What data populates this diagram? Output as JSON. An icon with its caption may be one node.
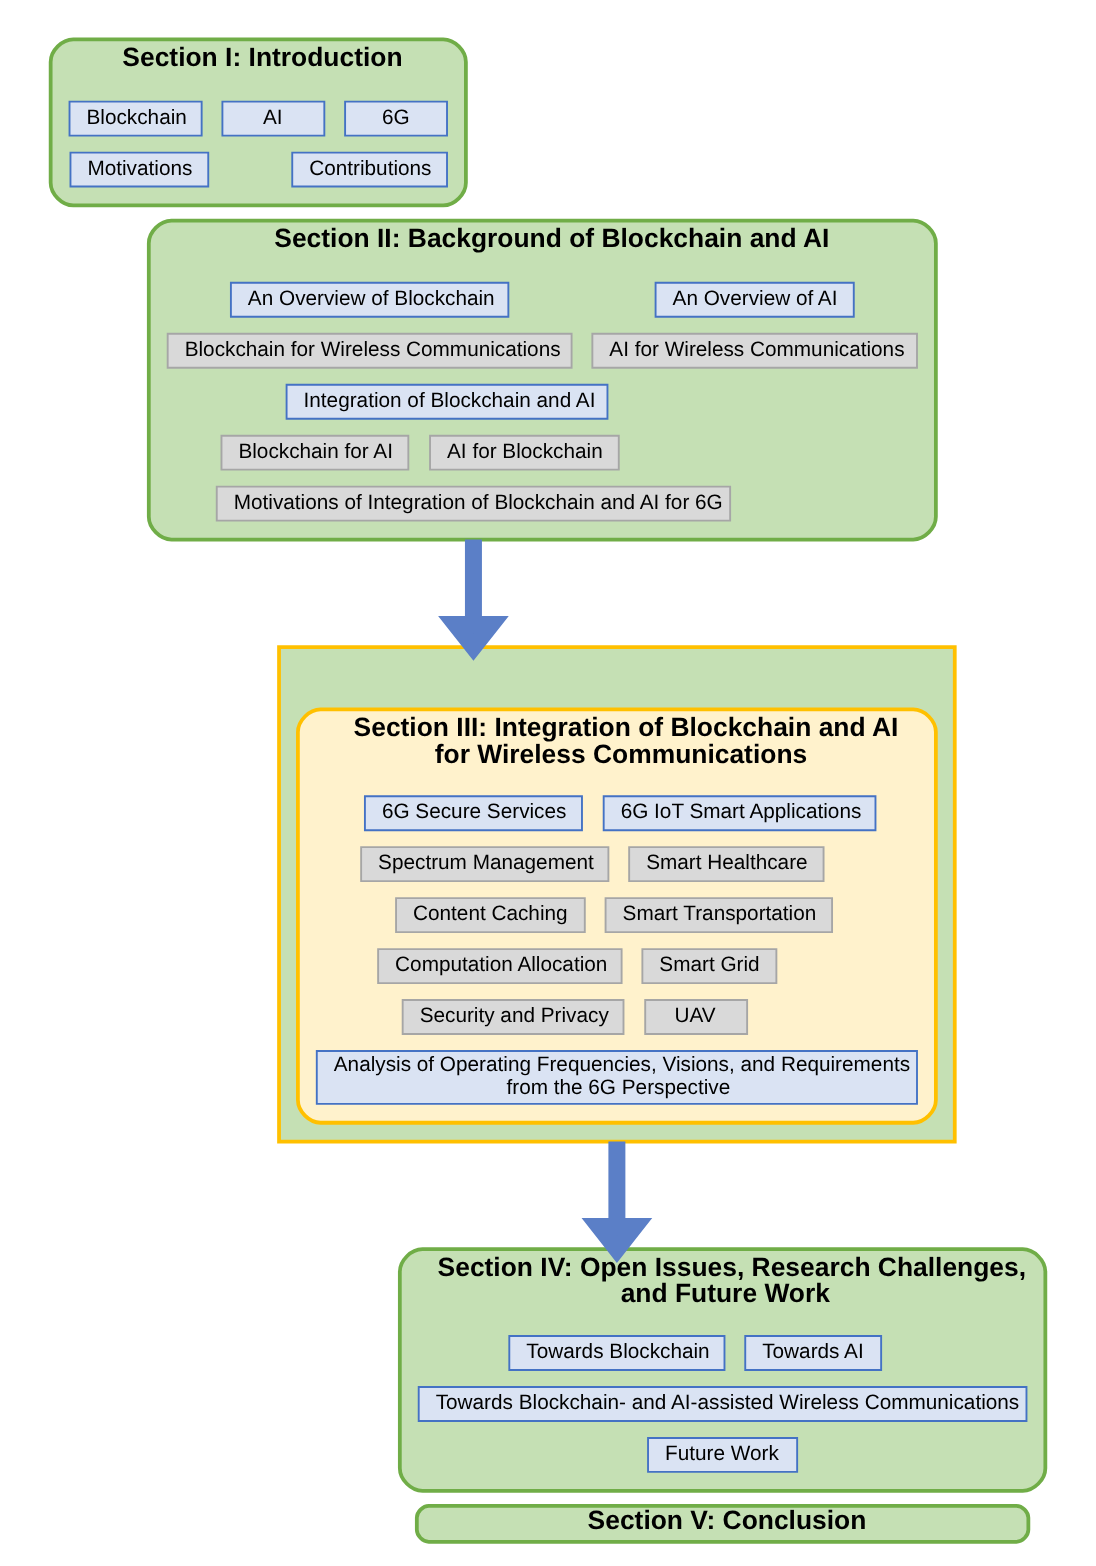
{
  "diagram": {
    "nodes": [
      {
        "text": [
          "Section I: Introduction"
        ]
      },
      {
        "text": [
          "Blockchain"
        ],
        "in": 0
      },
      {
        "text": [
          "AI"
        ],
        "in": 0
      },
      {
        "text": [
          "6G"
        ],
        "in": 0
      },
      {
        "text": [
          "Motivations"
        ],
        "in": 0
      },
      {
        "text": [
          "Contributions"
        ],
        "in": 0
      },
      {
        "text": [
          "Section II: Background of Blockchain and AI"
        ]
      },
      {
        "text": [
          "An Overview of Blockchain"
        ],
        "in": 6
      },
      {
        "text": [
          "An Overview of AI"
        ],
        "in": 6
      },
      {
        "text": [
          "Blockchain for Wireless Communications"
        ],
        "in": 6
      },
      {
        "text": [
          "AI for Wireless Communications"
        ],
        "in": 6
      },
      {
        "text": [
          "Integration of Blockchain and AI"
        ],
        "in": 6
      },
      {
        "text": [
          "Blockchain for AI"
        ],
        "in": 6
      },
      {
        "text": [
          "AI for Blockchain"
        ],
        "in": 6
      },
      {
        "text": [
          "Motivations of Integration of Blockchain and AI for 6G"
        ],
        "in": 6
      },
      {
        "text": [],
        "shape": "box"
      },
      {
        "text": [
          "Section III: Integration of Blockchain and AI for Wireless Communications"
        ],
        "in": 15
      },
      {
        "text": [
          "6G Secure Services"
        ],
        "in": 16
      },
      {
        "text": [
          "6G IoT Smart Applications"
        ],
        "in": 16
      },
      {
        "text": [
          "Spectrum Management"
        ],
        "in": 16
      },
      {
        "text": [
          "Smart Healthcare"
        ],
        "in": 16
      },
      {
        "text": [
          "Content Caching"
        ],
        "in": 16
      },
      {
        "text": [
          "Smart Transportation"
        ],
        "in": 16
      },
      {
        "text": [
          "Computation Allocation"
        ],
        "in": 16
      },
      {
        "text": [
          "Smart Grid"
        ],
        "in": 16
      },
      {
        "text": [
          "Security and Privacy"
        ],
        "in": 16
      },
      {
        "text": [
          "UAV"
        ],
        "in": 16
      },
      {
        "text": [
          "Analysis of Operating Frequencies, Visions, and Requirements from the 6G Perspective"
        ],
        "in": 16
      },
      {
        "text": [
          "Section IV: Open Issues, Research Challenges, and Future Work"
        ]
      },
      {
        "text": [
          "Towards Blockchain"
        ],
        "in": 28
      },
      {
        "text": [
          "Towards AI"
        ],
        "in": 28
      },
      {
        "text": [
          "Towards Blockchain- and AI-assisted Wireless Communications"
        ],
        "in": 28
      },
      {
        "text": [
          "Future Work"
        ],
        "in": 28
      },
      {
        "text": [
          "Section V: Conclusion"
        ]
      }
    ],
    "edges": [
      {
        "from": 6,
        "to": 15,
        "arrow": "to"
      },
      {
        "from": 15,
        "to": 28,
        "arrow": "to"
      }
    ]
  }
}
